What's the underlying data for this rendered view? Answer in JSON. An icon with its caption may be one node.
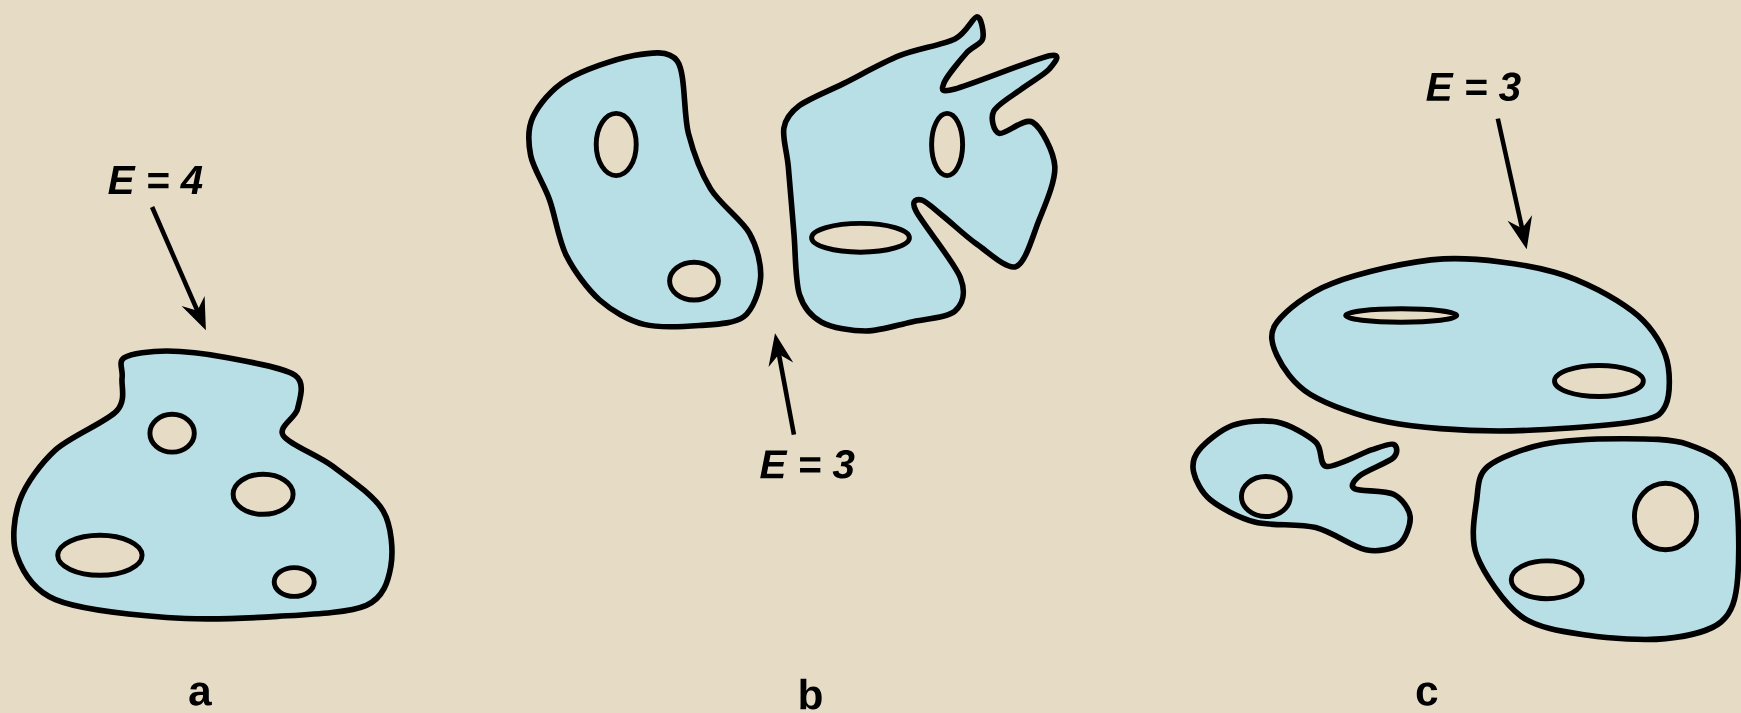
{
  "diagram": {
    "nodes": [
      {
        "text": [
          "E = 4"
        ]
      },
      {
        "text": [],
        "shape": "picture"
      },
      {
        "text": [],
        "shape": "picture"
      },
      {
        "text": [],
        "shape": "picture"
      },
      {
        "text": [
          "E = 3"
        ]
      },
      {
        "text": [
          "E = 3"
        ]
      },
      {
        "text": [],
        "shape": "picture"
      },
      {
        "text": [],
        "shape": "picture"
      },
      {
        "text": [],
        "shape": "picture"
      }
    ],
    "edges": [
      {
        "from": 0,
        "to": 1,
        "arrow": "to"
      },
      {
        "from": 4,
        "to": null,
        "arrow": "to"
      },
      {
        "from": 5,
        "to": 6,
        "arrow": "to"
      }
    ],
    "labels": [
      "a",
      "b",
      "c"
    ]
  }
}
